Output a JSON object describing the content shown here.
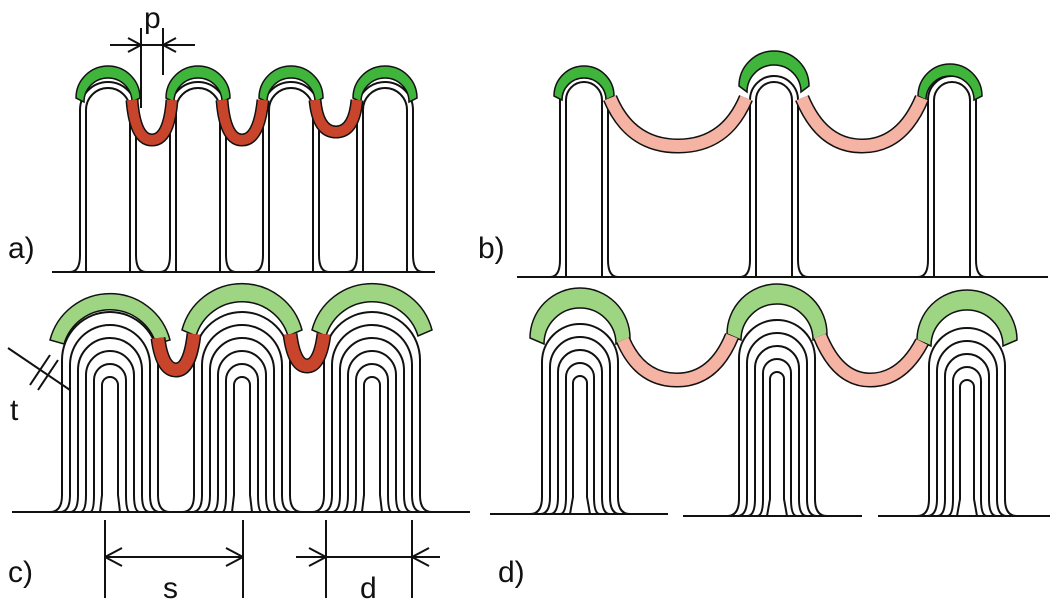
{
  "panels": [
    {
      "id": "a",
      "label": "a)"
    },
    {
      "id": "b",
      "label": "b)"
    },
    {
      "id": "c",
      "label": "c)"
    },
    {
      "id": "d",
      "label": "d)"
    }
  ],
  "dimensions": {
    "p": "p",
    "t": "t",
    "s": "s",
    "d": "d"
  },
  "colors": {
    "cap_dark_green": "#3fb53c",
    "cap_light_green": "#9ed582",
    "valley_dark_red": "#c8452c",
    "valley_light_pink": "#f5b3a3",
    "stroke": "#111111",
    "background": "#ffffff"
  }
}
